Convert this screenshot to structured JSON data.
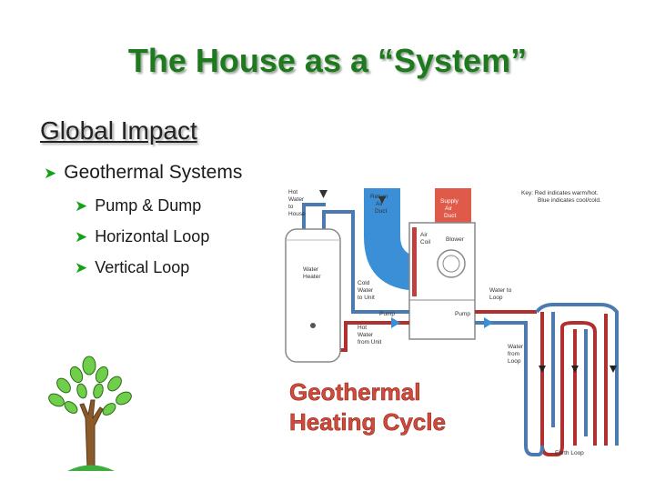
{
  "slide": {
    "title": "The House as a “System”",
    "heading": "Global Impact",
    "bullet_main": "Geothermal Systems",
    "sub_bullets": [
      "Pump & Dump",
      "Horizontal Loop",
      "Vertical Loop"
    ]
  },
  "diagram": {
    "hot_water_to_house": [
      "Hot",
      "Water",
      "to",
      "House"
    ],
    "return_air_duct": [
      "Return",
      "Air",
      "Duct"
    ],
    "supply_air_duct": [
      "Supply",
      "Air",
      "Duct"
    ],
    "air_coil": [
      "Air",
      "Coil"
    ],
    "blower": "Blower",
    "water_heater": [
      "Water",
      "Heater"
    ],
    "cold_water_to_unit": [
      "Cold",
      "Water",
      "to Unit"
    ],
    "pump_left": "Pump",
    "pump_right": "Pump",
    "hot_water_from_unit": [
      "Hot",
      "Water",
      "from Unit"
    ],
    "water_to_loop": [
      "Water to",
      "Loop"
    ],
    "water_from_loop": [
      "Water",
      "from",
      "Loop"
    ],
    "earth_loop": "Earth Loop",
    "key": [
      "Key: Red indicates warm/hot.",
      "Blue indicates cool/cold."
    ],
    "caption": [
      "Geothermal",
      "Heating Cycle"
    ],
    "colors": {
      "hot": "#b03030",
      "cold": "#4a7ab0",
      "duct": "#3a8fd6",
      "supply": "#e05a4a"
    }
  },
  "icons": {
    "tree": "tree-icon",
    "bullet": "arrow-bullet-icon"
  }
}
